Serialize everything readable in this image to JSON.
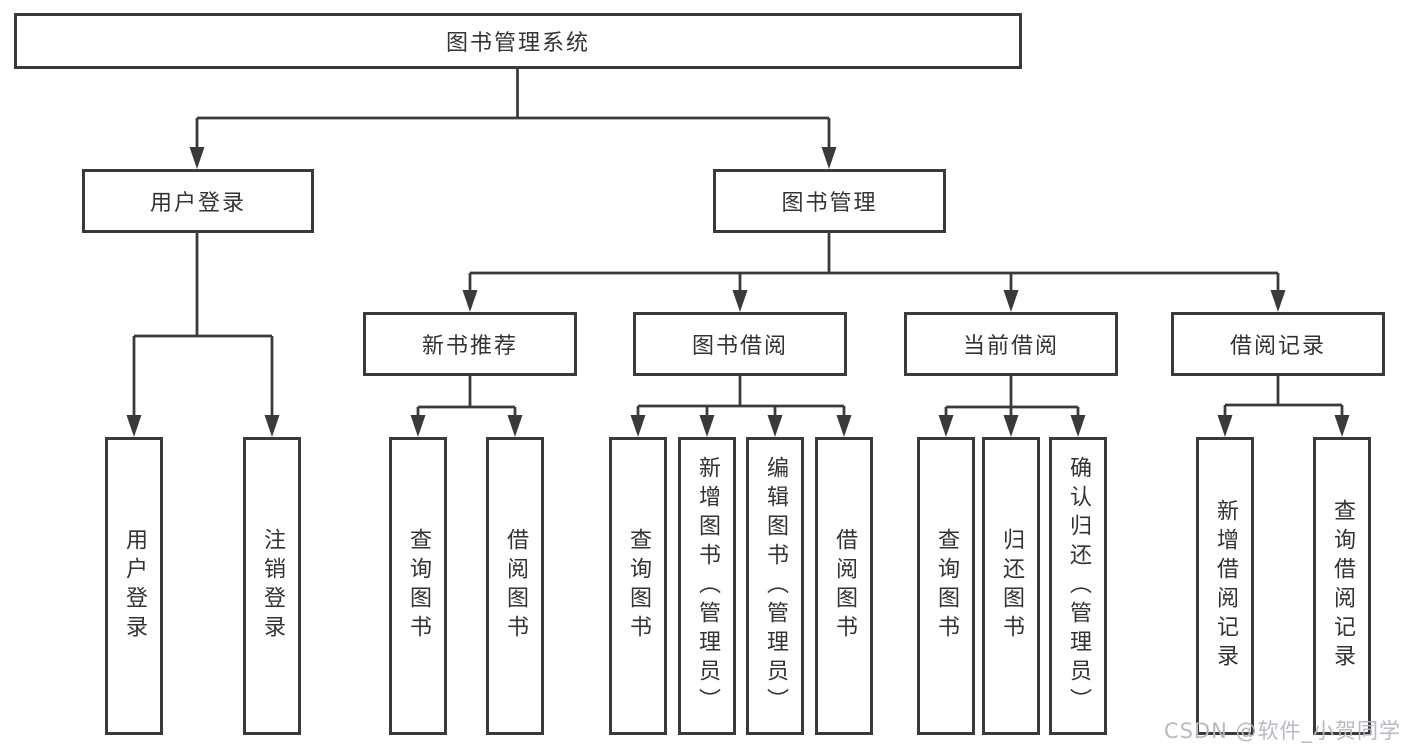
{
  "nodes": {
    "root": "图书管理系统",
    "user_login": "用户登录",
    "book_management": "图书管理",
    "new_book_recommendation": "新书推荐",
    "book_borrowing": "图书借阅",
    "current_borrowing": "当前借阅",
    "borrowing_records": "借阅记录",
    "leaf_user_login": "用户登录",
    "leaf_logout_login": "注销登录",
    "leaf_nbr_query_books": "查询图书",
    "leaf_nbr_borrow_books": "借阅图书",
    "leaf_bb_query_books": "查询图书",
    "leaf_bb_add_books_admin": "新增图书（管理员）",
    "leaf_bb_edit_books_admin": "编辑图书（管理员）",
    "leaf_bb_borrow_books": "借阅图书",
    "leaf_cb_query_books": "查询图书",
    "leaf_cb_return_books": "归还图书",
    "leaf_cb_confirm_return_admin": "确认归还（管理员）",
    "leaf_br_add_record": "新增借阅记录",
    "leaf_br_query_record": "查询借阅记录"
  },
  "watermark": "CSDN @软件_小贺同学",
  "colors": {
    "line": "#3a3a3a",
    "box_border": "#3a3a3a",
    "text": "#333333",
    "watermark": "#b6bac0",
    "background": "#ffffff"
  }
}
